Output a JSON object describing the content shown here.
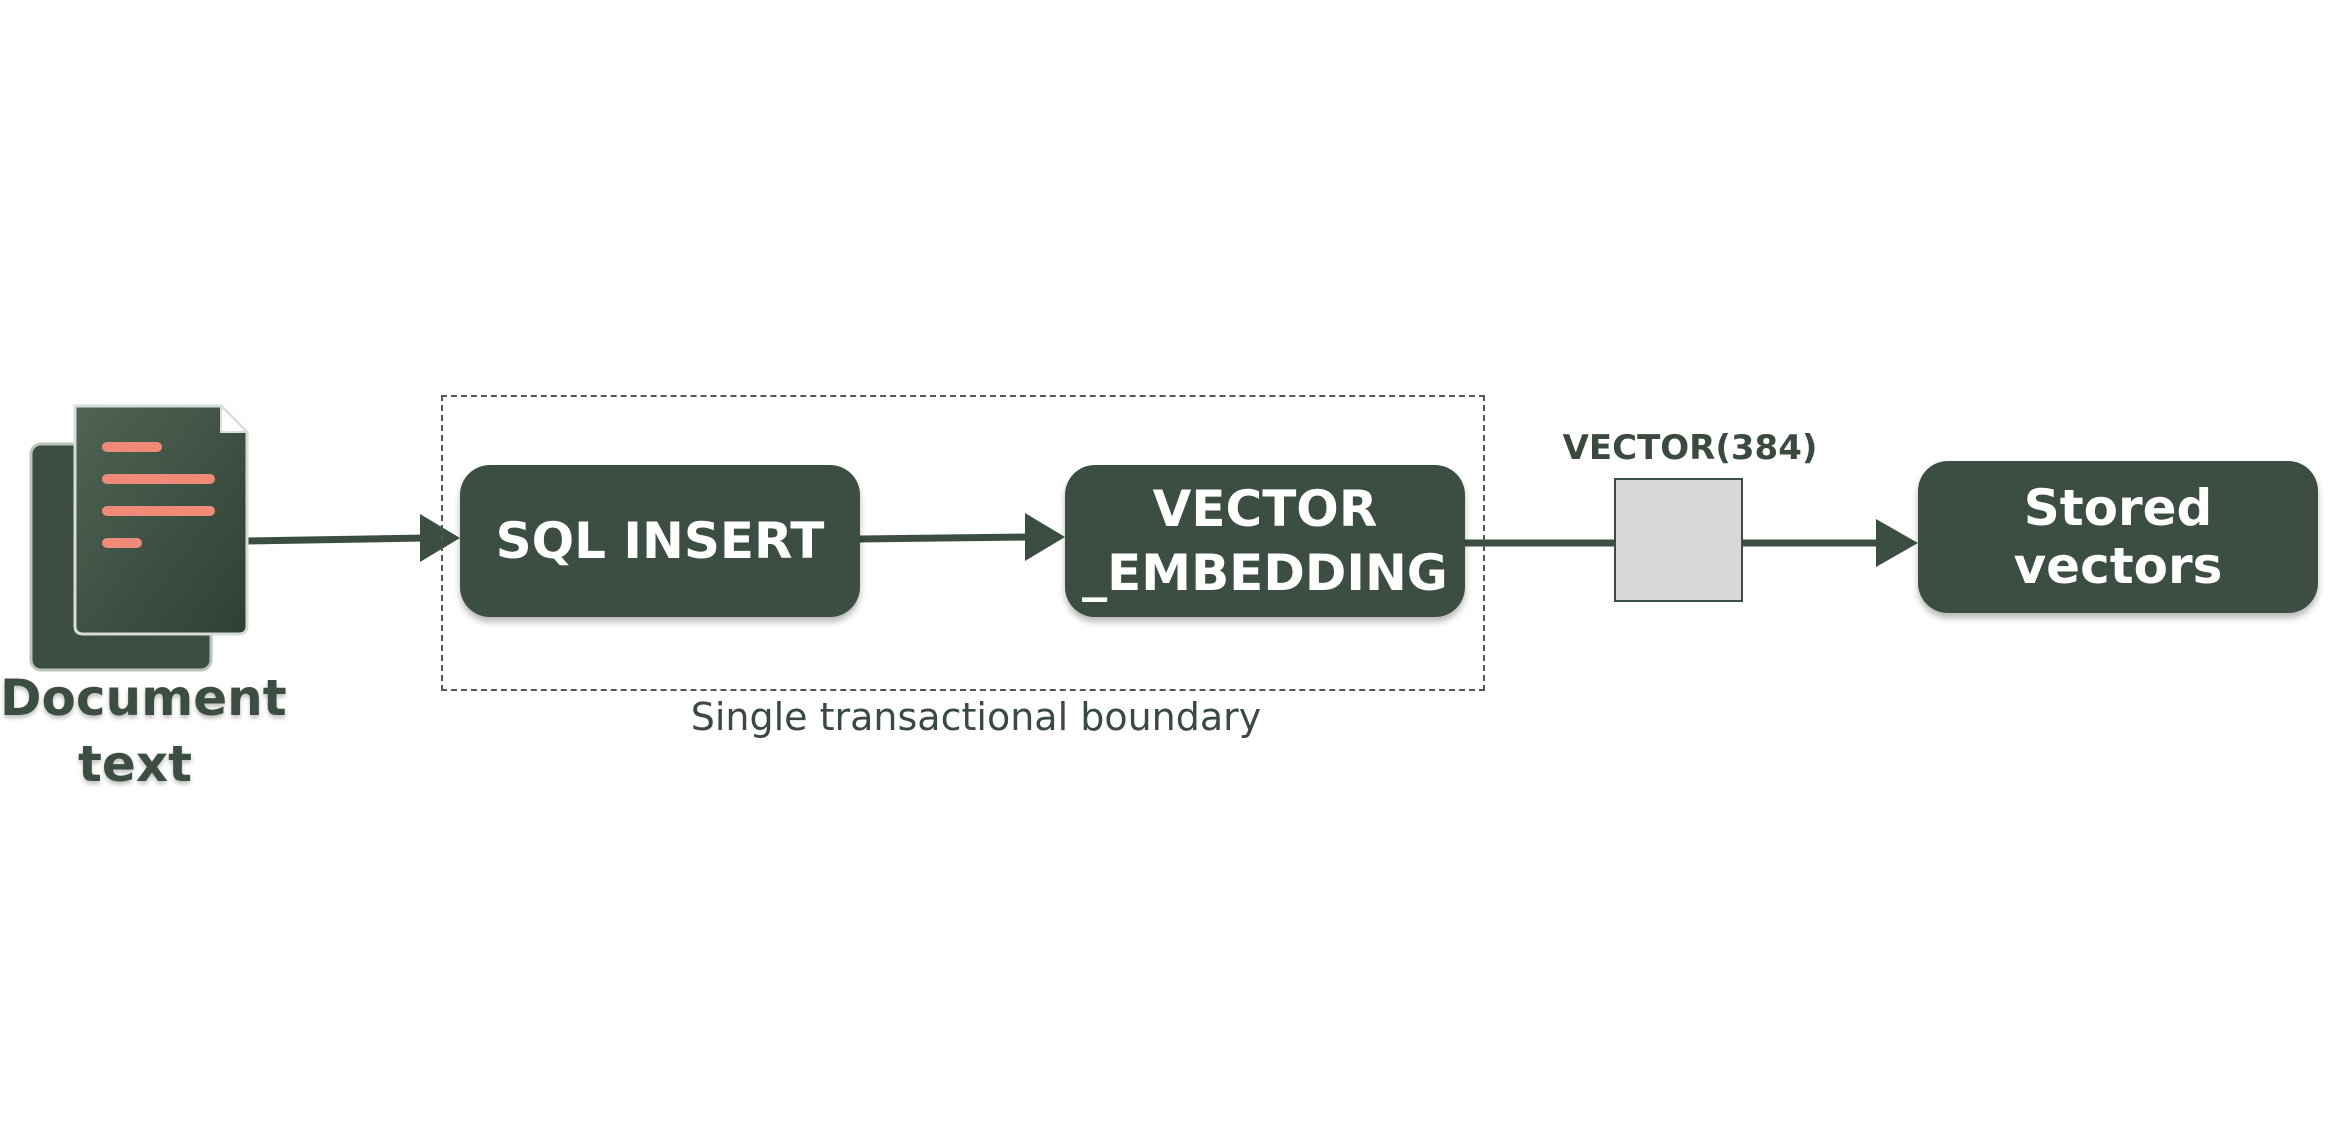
{
  "document": {
    "label_line1": "Document",
    "label_line2": "text",
    "icon": "document-stack-icon"
  },
  "steps": {
    "sql_insert": "SQL INSERT",
    "vector_embedding_line1": "VECTOR",
    "vector_embedding_line2": "_EMBEDDING",
    "stored_vectors": "Stored vectors"
  },
  "boundary": {
    "label": "Single transactional boundary"
  },
  "vector": {
    "label": "VECTOR(384)"
  },
  "colors": {
    "node": "#3c4e41",
    "accent_lines": "#f08a78",
    "vector_box": "#d8d8d8"
  }
}
